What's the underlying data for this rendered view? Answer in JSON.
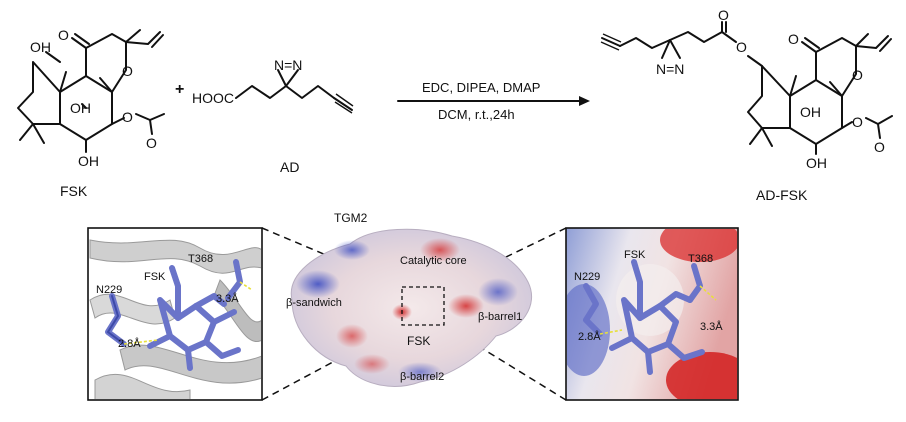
{
  "reaction": {
    "plus": "+",
    "conditions_line1": "EDC, DIPEA, DMAP",
    "conditions_line2": "DCM, r.t.,24h"
  },
  "molecules": {
    "fsk": {
      "name": "FSK",
      "atoms": {
        "oh_top": "OH",
        "o_ketone": "O",
        "o_ring": "O",
        "oh_mid": "OH",
        "o_ester": "O",
        "o_acyl": "O",
        "oh_bottom": "OH"
      }
    },
    "ad": {
      "name": "AD",
      "atoms": {
        "diazirine": "N=N",
        "acid": "HOOC"
      }
    },
    "ad_fsk": {
      "name": "AD-FSK",
      "atoms": {
        "diazirine": "N=N",
        "o_carbonyl": "O",
        "o_ester_link": "O",
        "o_ketone": "O",
        "o_ring": "O",
        "oh_mid": "OH",
        "o_ester": "O",
        "o_acyl": "O",
        "oh_bottom": "OH"
      }
    }
  },
  "protein": {
    "title": "TGM2",
    "regions": {
      "catalytic_core": "Catalytic core",
      "beta_sandwich": "β-sandwich",
      "beta_barrel1": "β-barrel1",
      "beta_barrel2": "β-barrel2",
      "ligand": "FSK"
    }
  },
  "left_panel": {
    "ligand": "FSK",
    "residue1": "N229",
    "residue2": "T368",
    "distance1": "2.8Å",
    "distance2": "3.3Å"
  },
  "right_panel": {
    "ligand": "FSK",
    "residue1": "N229",
    "residue2": "T368",
    "distance1": "2.8Å",
    "distance2": "3.3Å"
  },
  "colors": {
    "ink": "#111111",
    "stick_carbon": "#6a74c9",
    "hbond": "#e8e03a",
    "surface_positive": "#2c3fbf",
    "surface_negative": "#d21f1f",
    "cartoon_gray": "#bfbfbf"
  }
}
